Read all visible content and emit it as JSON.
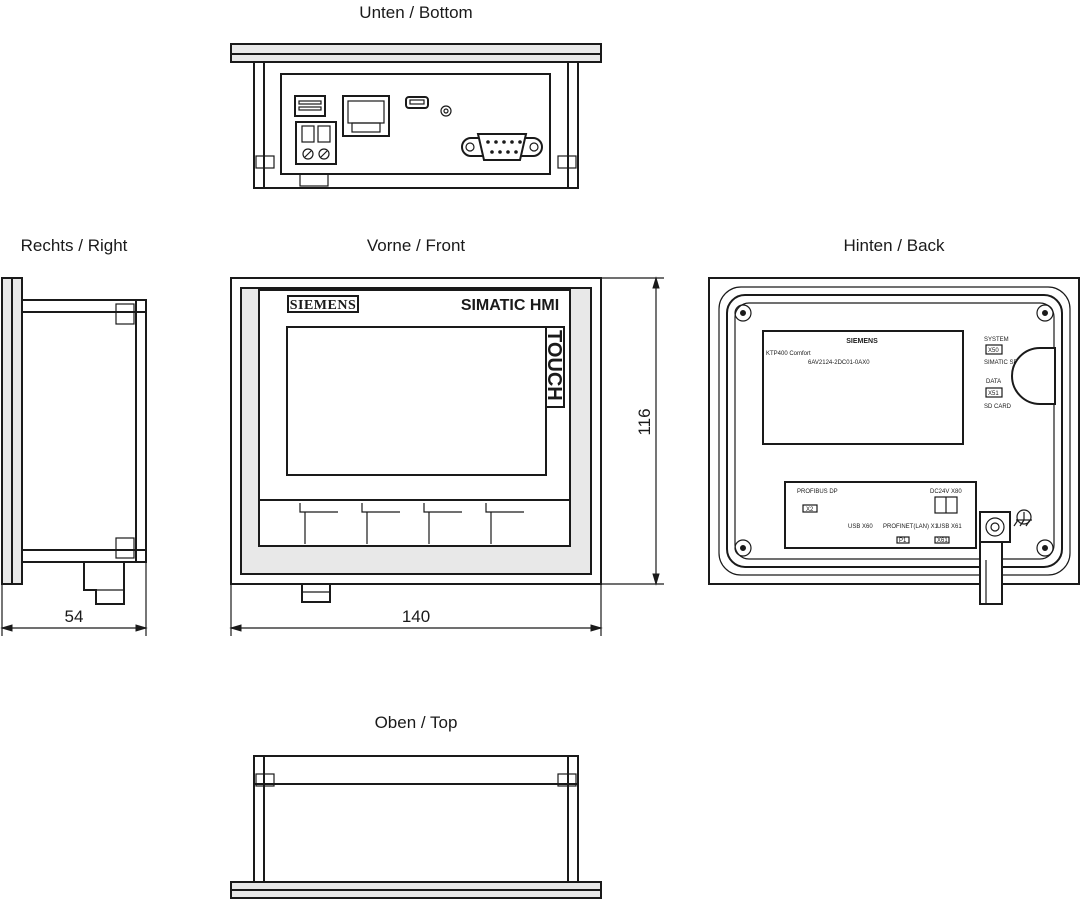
{
  "views": {
    "bottom": "Unten / Bottom",
    "right": "Rechts / Right",
    "front": "Vorne / Front",
    "back": "Hinten / Back",
    "top": "Oben / Top"
  },
  "dimensions": {
    "depth": "54",
    "width": "140",
    "height": "116"
  },
  "front_panel": {
    "brand": "SIEMENS",
    "product_line": "SIMATIC HMI",
    "touch": "TOUCH"
  },
  "back_panel": {
    "brand": "SIEMENS",
    "model": "KTP400 Comfort",
    "order_number": "6AV2124-2DC01-0AX0",
    "system_label": "SYSTEM",
    "x50": "X50",
    "simatic_sd": "SIMATIC SD CARD",
    "data_label": "DATA",
    "x51": "X51",
    "sd_card": "SD CARD",
    "profibus": "PROFIBUS DP",
    "x2": "X2",
    "dc24v": "DC24V X80",
    "usb_x60": "USB X60",
    "profinet": "PROFINET(LAN) X1",
    "x1p1": "P1",
    "usb_x61": "USB X61",
    "x61": "X61"
  }
}
